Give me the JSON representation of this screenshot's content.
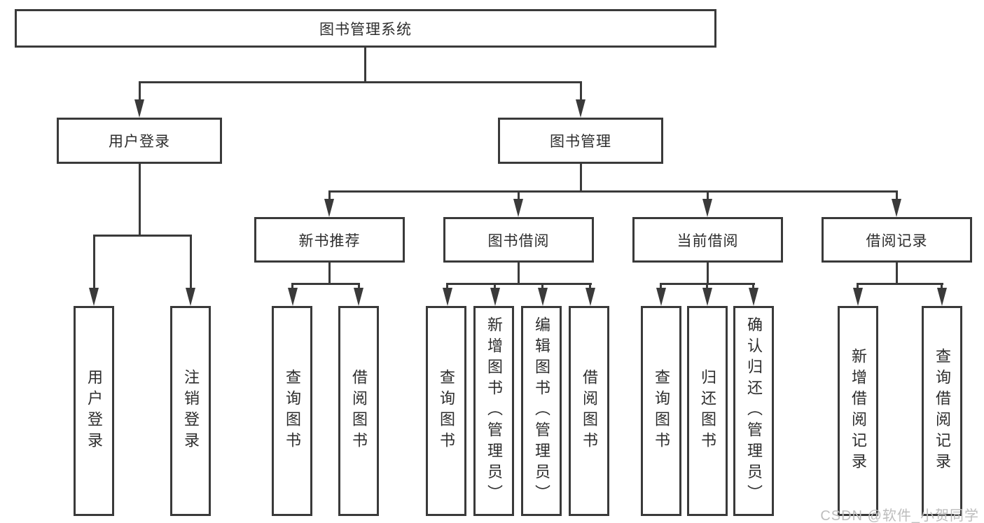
{
  "diagram": {
    "title_node": "图书管理系统",
    "nodes": {
      "root": "图书管理系统",
      "user_login": "用户登录",
      "book_management": "图书管理",
      "new_book_recommend": "新书推荐",
      "book_borrow": "图书借阅",
      "current_borrow": "当前借阅",
      "borrow_records": "借阅记录",
      "g1_user_login": "用户登录",
      "g1_logout": "注销登录",
      "g2_query_books": "查询图书",
      "g2_borrow_books": "借阅图书",
      "g3_query_books": "查询图书",
      "g3_add_books_admin": "新增图书（管理员）",
      "g3_edit_books_admin": "编辑图书（管理员）",
      "g3_borrow_books": "借阅图书",
      "g4_query_books": "查询图书",
      "g4_return_books": "归还图书",
      "g4_confirm_return_admin": "确认归还（管理员）",
      "g5_add_borrow_record": "新增借阅记录",
      "g5_query_borrow_record": "查询借阅记录"
    }
  },
  "watermark": {
    "text": "CSDN @软件_小贺同学"
  },
  "colors": {
    "line": "#3a3a3a",
    "text": "#2d2d2d",
    "watermark": "#bdbdbd",
    "background": "#ffffff"
  }
}
